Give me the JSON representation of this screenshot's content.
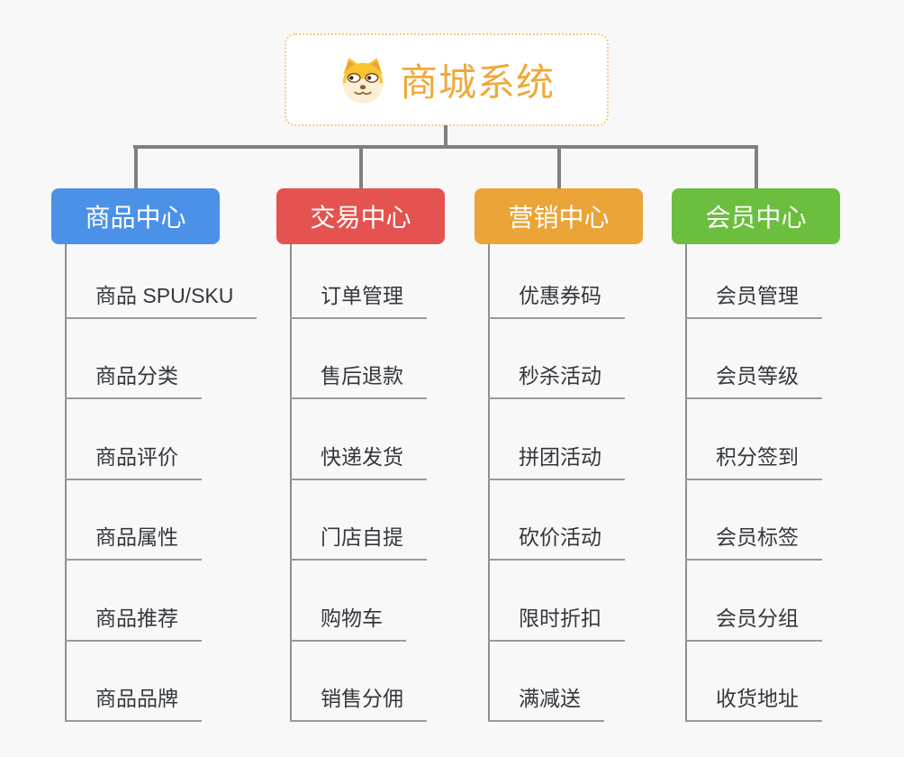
{
  "root": {
    "title": "商城系统",
    "icon": "doge-icon"
  },
  "branches": [
    {
      "label": "商品中心",
      "color": "#4b91e8",
      "items": [
        "商品 SPU/SKU",
        "商品分类",
        "商品评价",
        "商品属性",
        "商品推荐",
        "商品品牌"
      ]
    },
    {
      "label": "交易中心",
      "color": "#e4534f",
      "items": [
        "订单管理",
        "售后退款",
        "快递发货",
        "门店自提",
        "购物车",
        "销售分佣"
      ]
    },
    {
      "label": "营销中心",
      "color": "#eba437",
      "items": [
        "优惠券码",
        "秒杀活动",
        "拼团活动",
        "砍价活动",
        "限时折扣",
        "满减送"
      ]
    },
    {
      "label": "会员中心",
      "color": "#6cbe3f",
      "items": [
        "会员管理",
        "会员等级",
        "积分签到",
        "会员标签",
        "会员分组",
        "收货地址"
      ]
    }
  ],
  "colors": {
    "background": "#f8f8f8",
    "connector": "#808080",
    "branch_line": "#8f8f8f",
    "underline": "#9a9a9a",
    "item_text": "#34383d",
    "root_text": "#f0a93c",
    "root_border": "#f7c97f"
  }
}
